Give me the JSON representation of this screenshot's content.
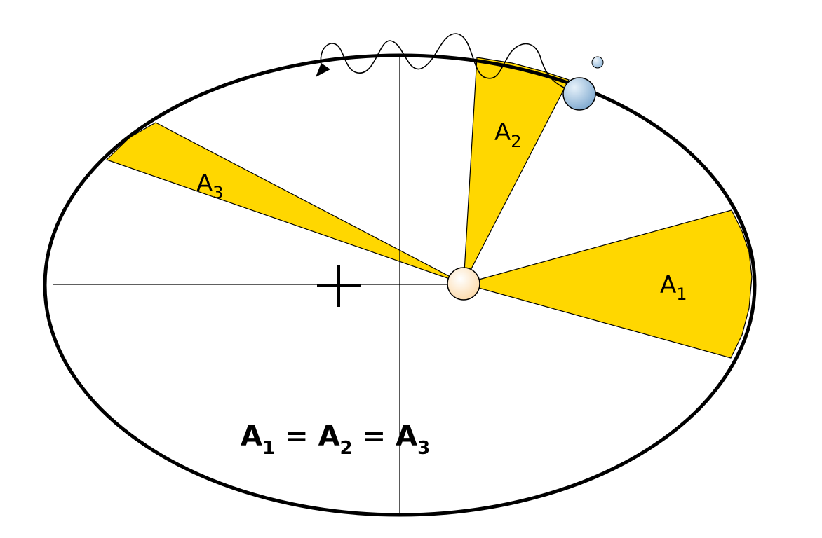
{
  "diagram": {
    "colors": {
      "orbit": "#000000",
      "sector": "#FFD700",
      "sun": "#FFF3DC",
      "planet": "#A9C9E6",
      "moon": "#BFDAF0",
      "axes": "#000000"
    },
    "sectors": [
      {
        "name": "A",
        "sub": "1"
      },
      {
        "name": "A",
        "sub": "2"
      },
      {
        "name": "A",
        "sub": "3"
      }
    ],
    "equation": {
      "terms": [
        {
          "name": "A",
          "sub": "1"
        },
        {
          "name": "A",
          "sub": "2"
        },
        {
          "name": "A",
          "sub": "3"
        }
      ],
      "operator": "="
    },
    "icons": {
      "sun": "sun-icon",
      "planet": "planet-icon",
      "moon": "moon-icon",
      "path": "wavy-path-arrow-icon",
      "center": "center-cross-icon"
    }
  }
}
